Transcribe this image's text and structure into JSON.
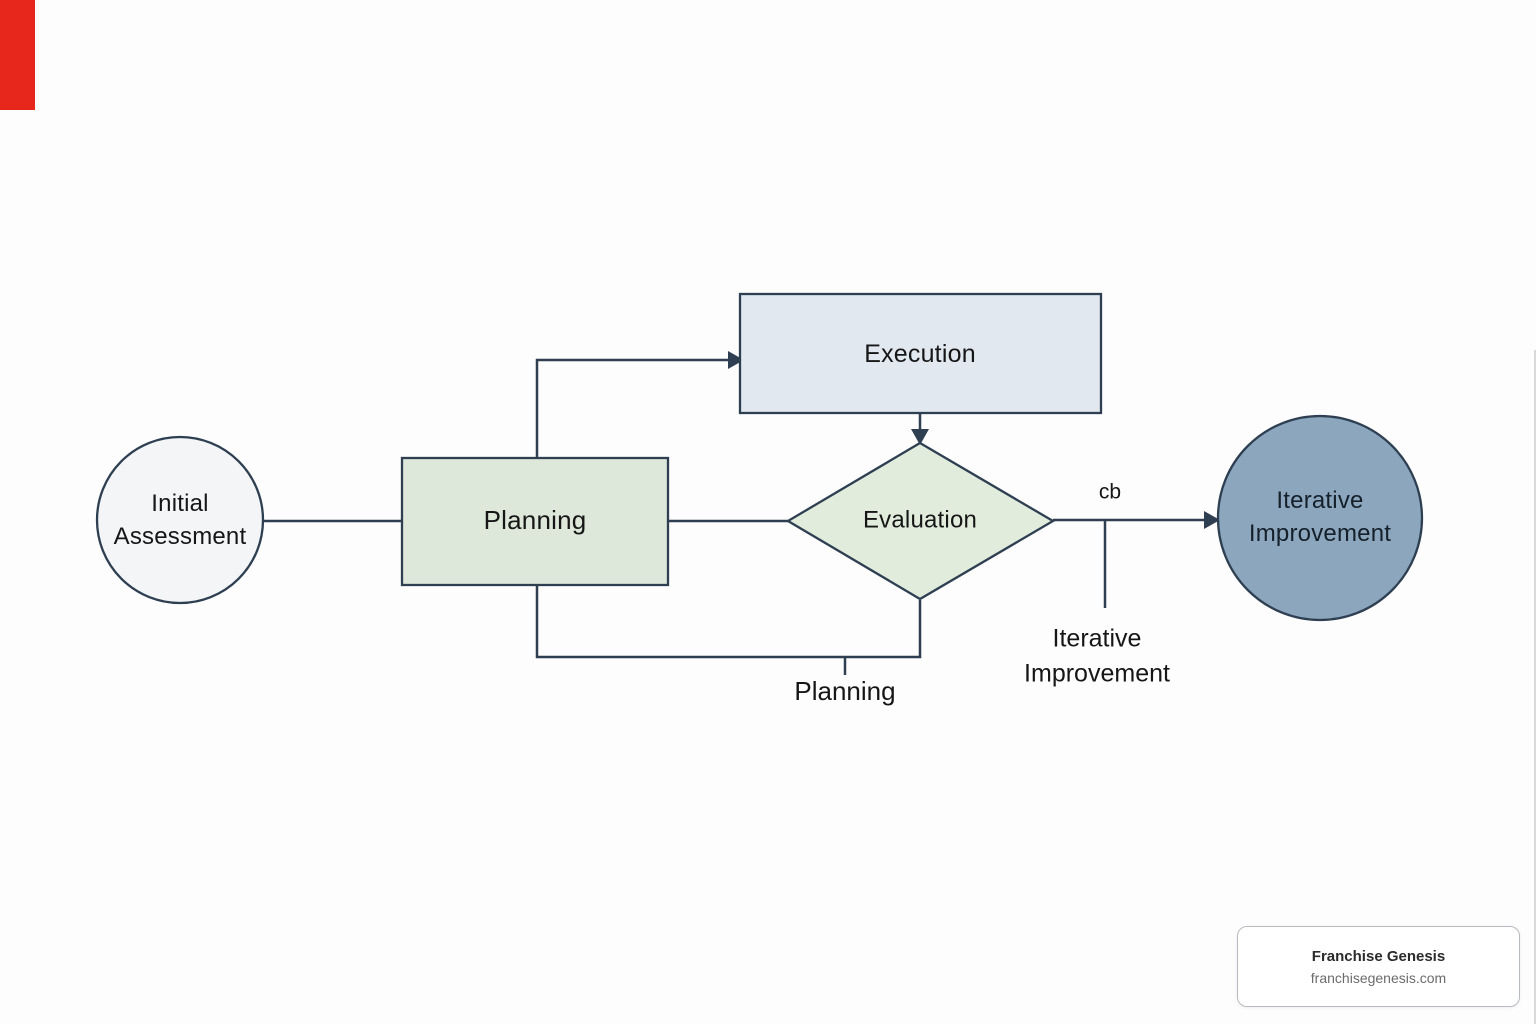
{
  "diagram": {
    "nodes": {
      "initial_assessment": {
        "line1": "Initial",
        "line2": "Assessment"
      },
      "planning": {
        "label": "Planning"
      },
      "execution": {
        "label": "Execution"
      },
      "evaluation": {
        "label": "Evaluation"
      },
      "iterative_improvement": {
        "line1": "Iterative",
        "line2": "Improvement"
      }
    },
    "edge_labels": {
      "cb": "cb",
      "planning_loop": "Planning",
      "iterative_line1": "Iterative",
      "iterative_line2": "Improvement"
    },
    "colors": {
      "stroke": "#2e3f52",
      "initial_fill": "#f3f5f7",
      "planning_fill": "#dde8da",
      "execution_fill": "#e2e8f0",
      "evaluation_fill": "#e2ecdd",
      "improvement_fill": "#8ca7bd",
      "accent_red": "#e7261c"
    }
  },
  "badge": {
    "title": "Franchise Genesis",
    "url": "franchisegenesis.com"
  }
}
